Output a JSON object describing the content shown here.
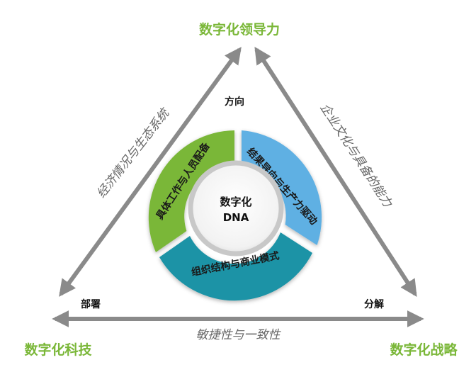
{
  "corners": {
    "top": "数字化领导力",
    "bottom_left": "数字化科技",
    "bottom_right": "数字化战略"
  },
  "edges": {
    "left": "经济情况与生态系统",
    "right": "企业文化与具备的能力",
    "bottom": "敏捷性与一致性"
  },
  "inner_labels": {
    "top": "方向",
    "bottom_left": "部署",
    "bottom_right": "分解"
  },
  "segments": {
    "left": "具体工作与人员配备",
    "right": "结果导向与生产力驱动",
    "bottom": "组织结构与商业模式"
  },
  "center": {
    "line1": "数字化",
    "line2": "DNA"
  },
  "colors": {
    "corner_text": "#7ab738",
    "arrow": "#8a8a8a",
    "edge_text": "#666666",
    "segment_green": "#7ab738",
    "segment_blue": "#5fb0e3",
    "segment_teal": "#1a93a6",
    "hub_ring": "#cfcfcf"
  }
}
